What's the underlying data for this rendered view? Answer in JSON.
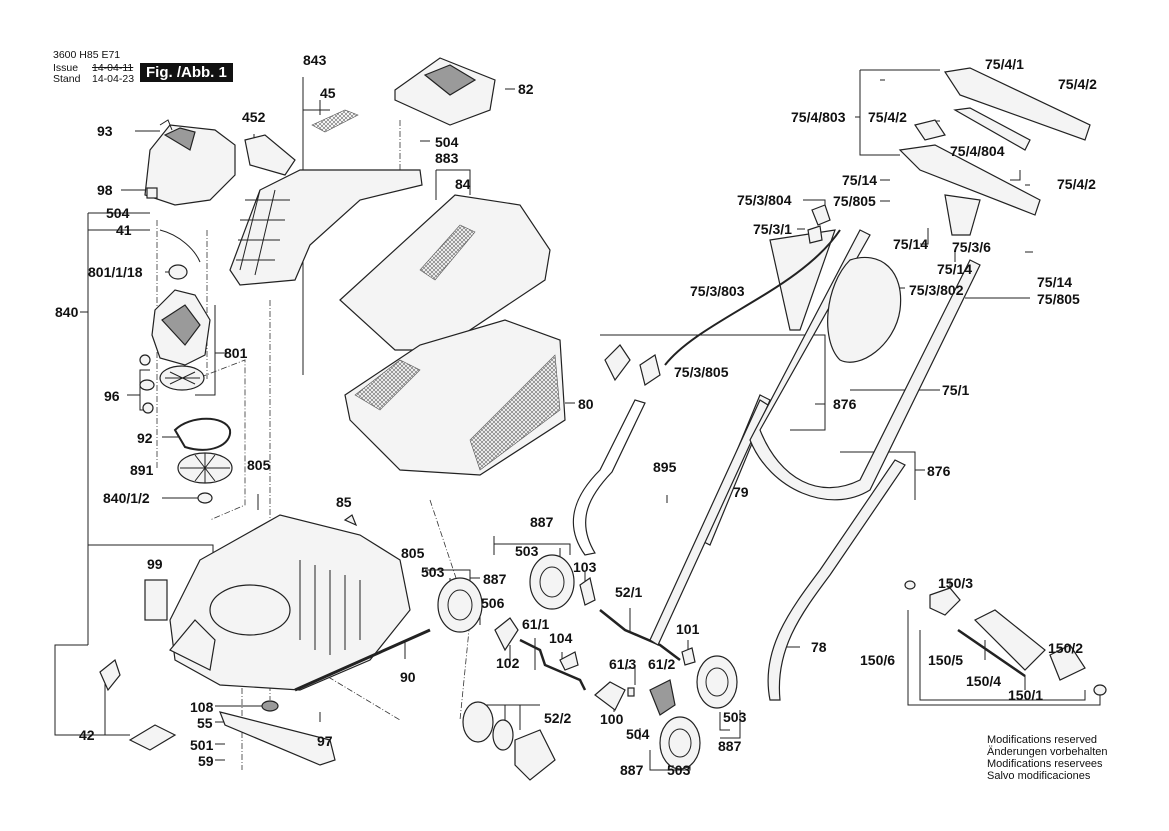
{
  "header": {
    "model_number": "3600 H85 E71",
    "issue_label": "Issue",
    "issue_date": "14-04-11",
    "stand_label": "Stand",
    "stand_date": "14-04-23",
    "figure_label": "Fig. /Abb. 1"
  },
  "footer": {
    "modifications": [
      "Modifications reserved",
      "Änderungen vorbehalten",
      "Modifications reservees",
      "Salvo modificaciones"
    ]
  },
  "part_labels": {
    "p93": "93",
    "p98": "98",
    "p504a": "504",
    "p41": "41",
    "p801_1_18": "801/1/18",
    "p840": "840",
    "p801": "801",
    "p96": "96",
    "p92": "92",
    "p891": "891",
    "p840_1_2": "840/1/2",
    "p99": "99",
    "p42": "42",
    "p108": "108",
    "p55": "55",
    "p501": "501",
    "p59": "59",
    "p97": "97",
    "p90": "90",
    "p805a": "805",
    "p85": "85",
    "p805b": "805",
    "p452": "452",
    "p843": "843",
    "p45": "45",
    "p82": "82",
    "p504b": "504",
    "p883": "883",
    "p84": "84",
    "p80": "80",
    "p887a": "887",
    "p503a": "503",
    "p887b": "887",
    "p503b": "503",
    "p103": "103",
    "p506": "506",
    "p61_1": "61/1",
    "p104": "104",
    "p102": "102",
    "p52_2": "52/2",
    "p52_1": "52/1",
    "p101": "101",
    "p61_3": "61/3",
    "p61_2": "61/2",
    "p100": "100",
    "p504c": "504",
    "p503c": "503",
    "p887c": "887",
    "p887d": "887",
    "p503d": "503",
    "p895": "895",
    "p79": "79",
    "p78": "78",
    "p876a": "876",
    "p876b": "876",
    "p75_1": "75/1",
    "p75_3_803": "75/3/803",
    "p75_3_805": "75/3/805",
    "p75_3_804": "75/3/804",
    "p75_3_1": "75/3/1",
    "p75_805a": "75/805",
    "p75_14a": "75/14",
    "p75_14b": "75/14",
    "p75_14c": "75/14",
    "p75_14d": "75/14",
    "p75_3_6": "75/3/6",
    "p75_3_802": "75/3/802",
    "p75_805b": "75/805",
    "p75_4_1": "75/4/1",
    "p75_4_2a": "75/4/2",
    "p75_4_803": "75/4/803",
    "p75_4_2b": "75/4/2",
    "p75_4_804": "75/4/804",
    "p75_4_2c": "75/4/2",
    "p150_3": "150/3",
    "p150_2": "150/2",
    "p150_6": "150/6",
    "p150_5": "150/5",
    "p150_4": "150/4",
    "p150_1": "150/1"
  }
}
